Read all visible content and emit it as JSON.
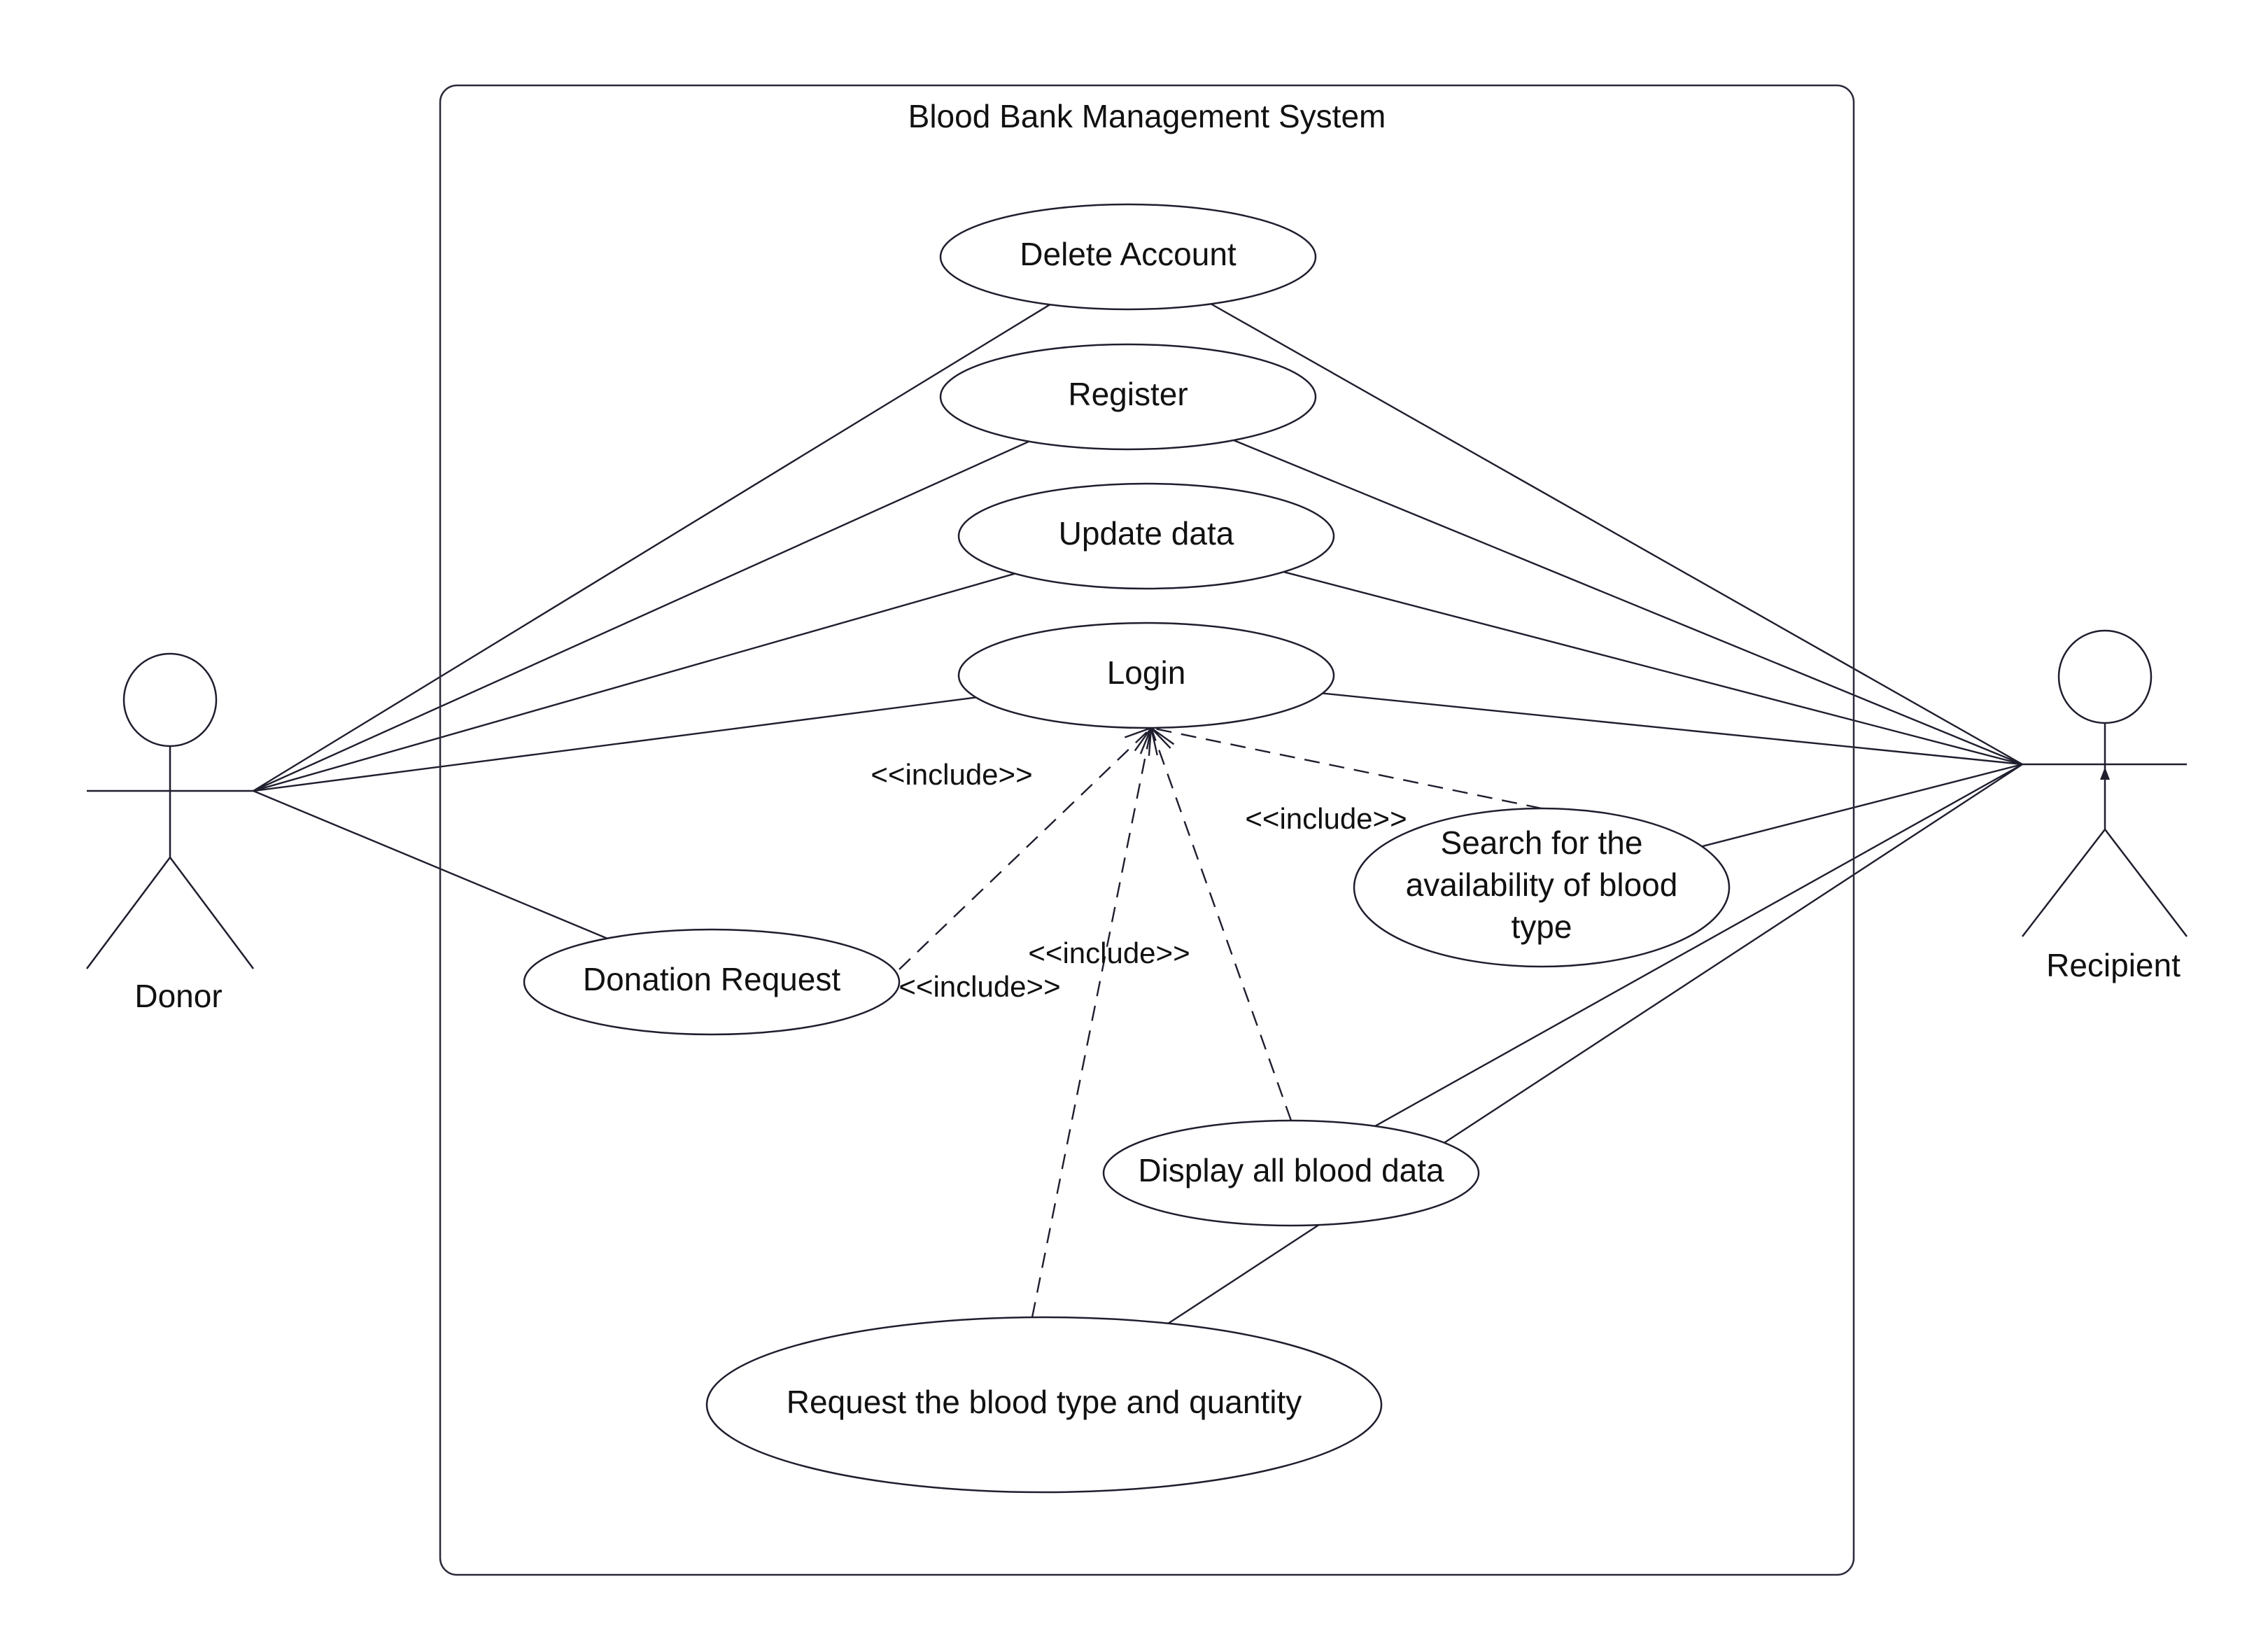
{
  "system": {
    "title": "Blood Bank Management System"
  },
  "actors": {
    "donor": {
      "label": "Donor"
    },
    "recipient": {
      "label": "Recipient"
    }
  },
  "use_cases": {
    "delete_account": {
      "lines": [
        "Delete Account"
      ]
    },
    "register": {
      "lines": [
        "Register"
      ]
    },
    "update_data": {
      "lines": [
        "Update data"
      ]
    },
    "login": {
      "lines": [
        "Login"
      ]
    },
    "donation_request": {
      "lines": [
        "Donation Request"
      ]
    },
    "search_availability": {
      "lines": [
        "Search for the",
        "availability of blood",
        "type"
      ]
    },
    "display_blood_data": {
      "lines": [
        "Display all blood data"
      ]
    },
    "request_blood": {
      "lines": [
        "Request the blood type and quantity"
      ]
    }
  },
  "include_label": "<<include>>",
  "associations": [
    {
      "actor": "donor",
      "use_case": "delete_account"
    },
    {
      "actor": "donor",
      "use_case": "register"
    },
    {
      "actor": "donor",
      "use_case": "update_data"
    },
    {
      "actor": "donor",
      "use_case": "login"
    },
    {
      "actor": "donor",
      "use_case": "donation_request"
    },
    {
      "actor": "recipient",
      "use_case": "delete_account"
    },
    {
      "actor": "recipient",
      "use_case": "register"
    },
    {
      "actor": "recipient",
      "use_case": "update_data"
    },
    {
      "actor": "recipient",
      "use_case": "login"
    },
    {
      "actor": "recipient",
      "use_case": "search_availability"
    },
    {
      "actor": "recipient",
      "use_case": "display_blood_data"
    },
    {
      "actor": "recipient",
      "use_case": "request_blood"
    }
  ],
  "includes": [
    {
      "from": "donation_request",
      "to": "login"
    },
    {
      "from": "search_availability",
      "to": "login"
    },
    {
      "from": "display_blood_data",
      "to": "login"
    },
    {
      "from": "request_blood",
      "to": "login"
    }
  ]
}
